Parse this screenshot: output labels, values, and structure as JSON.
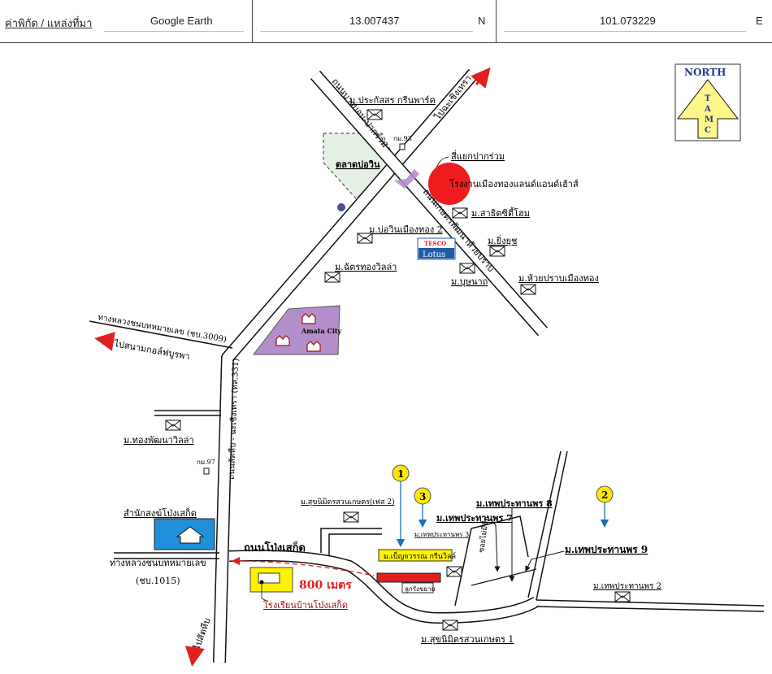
{
  "header": {
    "coord_label": "ค่าพิกัด / แหล่งที่มา",
    "source": "Google Earth",
    "lat_value": "13.007437",
    "lat_dir": "N",
    "lon_value": "101.073229",
    "lon_dir": "E"
  },
  "compass": {
    "title": "NORTH",
    "letters": [
      "T",
      "A",
      "M",
      "C"
    ]
  },
  "labels": {
    "road_nw": "ถนนบางบอน-ปากร่วม",
    "to_chachoengsao": "ไปฉะเชิงเทรา",
    "m_prakassorn": "ม.ประกัสสร กรีนพาร์ค",
    "km93": "กม.93",
    "market": "ตลาดบ่อวิน",
    "pak_ruam": "สี่แยกปากร่วม",
    "factory": "โรงงานเมืองทองแลนด์แอนด์เฮ้าส์",
    "road_se": "ถนนเกษตรพัฒนาห้วยปราบ",
    "m_sathit": "ม.สาธิตซิตี้โฮม",
    "m_bowin": "ม.บ่อวินเมืองทอง 2",
    "tesco_top": "TESCO",
    "tesco_bottom": "Lotus",
    "m_yingyong": "ม.ยิ่งยุช",
    "m_chatchon": "ม.ฉัตรทองวิลล่า",
    "m_bunyanat": "ม.บุษนาถ",
    "m_huaiprap": "ม.ห้วยปราบเมืองทอง",
    "amata": "Amata City",
    "highway_3009": "ทางหลวงชนบทหมายเลข (ชบ.3009)",
    "to_golf": "ไปสนามกอล์ฟบูรพา",
    "road_main": "ถนนสัตหีบ - ฉะเชิงเทรา (ทล.331)",
    "m_thongpat": "ม.ทองพัฒนาวิลล่า",
    "km97": "กม.97",
    "office": "สำนักสงฆ์โป่งเสก็ด",
    "highway_1015_a": "ทางหลวงชนบทหมายเลข",
    "highway_1015_b": "(ชบ.1015)",
    "to_sattahip": "ไปสัตหีบ",
    "road_pong": "ถนนโป่งเสก็ด",
    "distance": "800 เมตร",
    "school": "โรงเรียนบ้านโป่งเสก็ด",
    "m_suksomboon2": "ม.สุขนิมิตรสวนเกษตร(เฟส 2)",
    "m_suksomboon1": "ม.สุขนิมิตรสวนเกษตร 1",
    "m_benjawan": "ม.เบ็ญจวรรณ กรีนวิลล์",
    "nearby": "ลูกรังขยาย",
    "m_thep3": "ม.เทพประทานพร 3",
    "m_thep7": "ม.เทพประทานพร 7",
    "m_thep8": "ม.เทพประทานพร 8",
    "m_thep9": "ม.เทพประทานพร 9",
    "m_thep2": "ม.เทพประทานพร 2",
    "soi_label": "ซอยไม่มีชื่อ",
    "marker1": "1",
    "marker2": "2",
    "marker3": "3"
  },
  "colors": {
    "road": "#ffffff",
    "road_outline": "#111111",
    "market_fill": "#e3f0e3",
    "amata_fill": "#b48ecb",
    "factory_red": "#ee1c1c",
    "office_blue": "#1e8fd8",
    "school_yellow": "#fff200",
    "marker_yellow": "#ffe800",
    "arrow_blue": "#1f6fb8",
    "distance_red": "#e02020",
    "tesco_blue": "#1f5ba8"
  }
}
